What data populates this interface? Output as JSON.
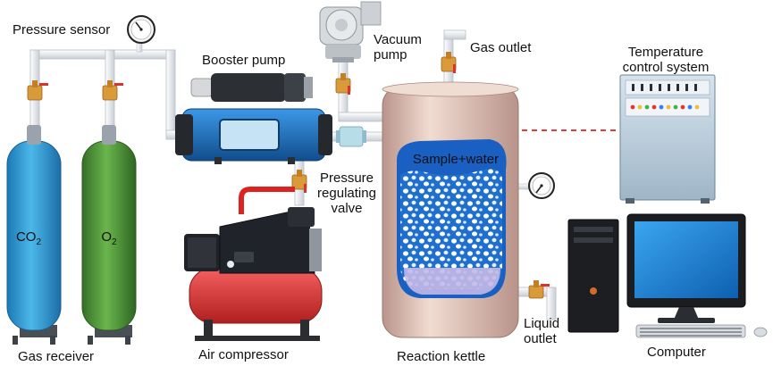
{
  "labels": {
    "pressure_sensor": "Pressure sensor",
    "booster_pump": "Booster pump",
    "vacuum_pump_1": "Vacuum",
    "vacuum_pump_2": "pump",
    "gas_outlet": "Gas outlet",
    "temperature_1": "Temperature",
    "temperature_2": "control system",
    "pressure_regulating_1": "Pressure",
    "pressure_regulating_2": "regulating",
    "pressure_regulating_3": "valve",
    "sample_water": "Sample+water",
    "co2_main": "CO",
    "co2_sub": "2",
    "o2_main": "O",
    "o2_sub": "2",
    "liquid_outlet_1": "Liquid",
    "liquid_outlet_2": "outlet",
    "gas_receiver": "Gas receiver",
    "air_compressor": "Air compressor",
    "reaction_kettle": "Reaction kettle",
    "computer": "Computer"
  },
  "colors": {
    "co2_tank": "#2f9fd6",
    "o2_tank": "#4e9a3a",
    "kettle_body": "#e2c2b4",
    "kettle_water": "#1e6fd0",
    "kettle_sample": "#b9c3e6",
    "pump_body": "#1f76c8",
    "compressor_red": "#e53838",
    "pipe": "#eef0f3",
    "valve": "#d99a3a",
    "valve_handle": "#d9332f",
    "control_box": "#bcd0df",
    "monitor_screen": "#1e86df",
    "signal_line": "#e33a3a"
  },
  "icons": {
    "gauge": "pressure-gauge-icon",
    "valve": "valve-icon"
  }
}
